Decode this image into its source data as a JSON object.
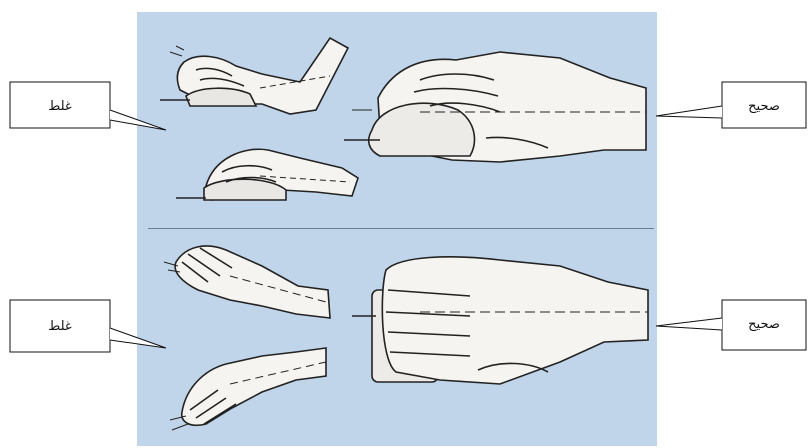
{
  "colors": {
    "panel": "#c0d5ea",
    "line": "#222222",
    "hand": "#f6f4f0"
  },
  "callouts": {
    "top_right": "صحيح",
    "top_left": "غلط",
    "bottom_right": "صحيح",
    "bottom_left": "غلط"
  }
}
